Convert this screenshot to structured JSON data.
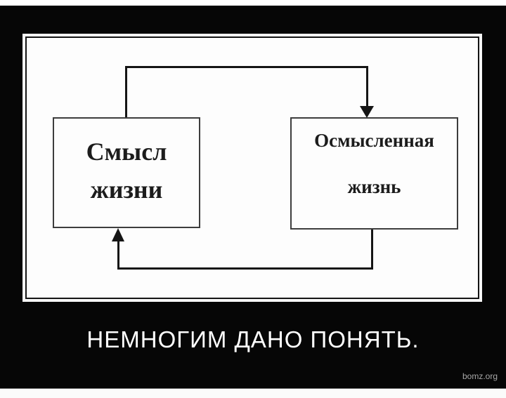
{
  "poster": {
    "caption": "НЕМНОГИМ ДАНО ПОНЯТЬ.",
    "watermark": "bomz.org"
  },
  "diagram": {
    "left_box": {
      "line1": "Смысл",
      "line2": "жизни"
    },
    "right_box": {
      "line1": "Осмысленная",
      "line2": "жизнь"
    },
    "arrows": [
      {
        "from": "left_box",
        "to": "right_box",
        "enters": "top-of-right-box",
        "direction": "down"
      },
      {
        "from": "right_box",
        "to": "left_box",
        "enters": "bottom-of-left-box",
        "direction": "up"
      }
    ]
  },
  "colors": {
    "poster-bg": "#060606",
    "photo-bg": "#fdfdfd",
    "line": "#151515",
    "box-border": "#3d3d3d",
    "box-text": "#1c1c1c",
    "caption-text": "#ffffff",
    "watermark-text": "#a8a8a8"
  }
}
